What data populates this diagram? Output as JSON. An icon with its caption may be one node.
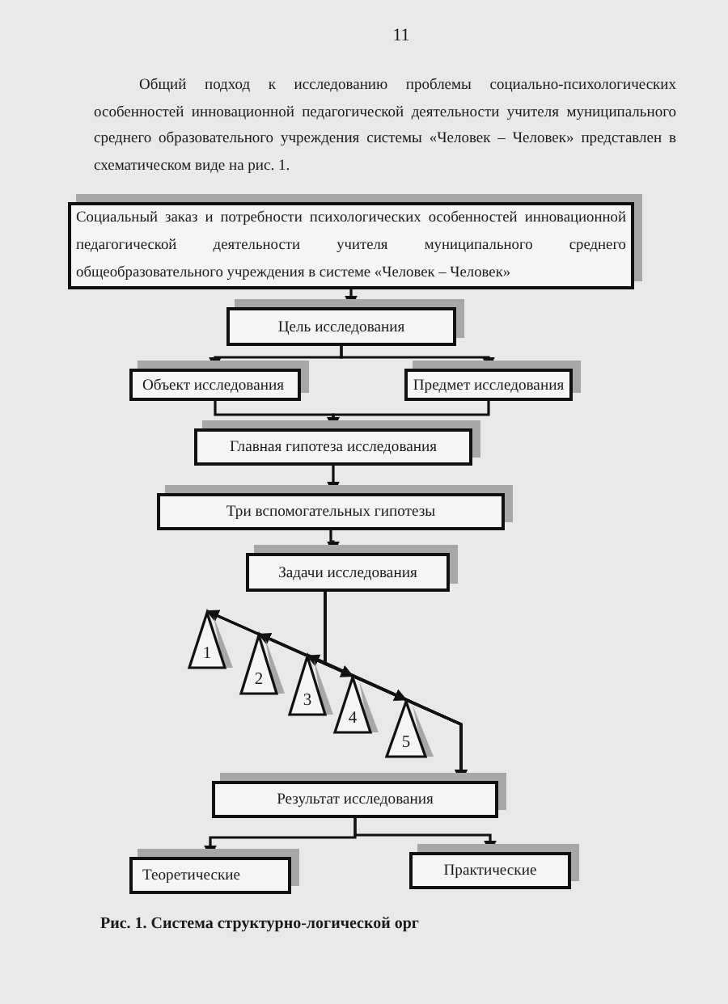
{
  "diagram": {
    "caption": "Рис. 1. Система структурно-логической орг",
    "nodes": [
      {
        "text": [
          "Социальный заказ и потребности психологических особенностей инновационной педагогической деятельности учителя муниципального среднего общеобразовательного учреждения в системе «Человек – Человек»"
        ]
      },
      {
        "text": [
          "Цель исследования"
        ]
      },
      {
        "text": [
          "Объект исследования"
        ]
      },
      {
        "text": [
          "Предмет исследования"
        ]
      },
      {
        "text": [
          "Главная гипотеза исследования"
        ]
      },
      {
        "text": [
          "Три вспомогательных гипотезы"
        ]
      },
      {
        "text": [
          "Задачи исследования"
        ]
      },
      {
        "text": [
          "1"
        ]
      },
      {
        "text": [
          "2"
        ]
      },
      {
        "text": [
          "3"
        ]
      },
      {
        "text": [
          "4"
        ]
      },
      {
        "text": [
          "5"
        ]
      },
      {
        "text": [
          "Результат исследования"
        ]
      },
      {
        "text": [
          "Теоретические"
        ]
      },
      {
        "text": [
          "Практические"
        ]
      }
    ],
    "edges": [
      {
        "from": 0,
        "to": 1,
        "arrow": "to"
      },
      {
        "from": 1,
        "to": 2,
        "arrow": "to"
      },
      {
        "from": 1,
        "to": 3,
        "arrow": "to"
      },
      {
        "from": 2,
        "to": 4,
        "arrow": "to"
      },
      {
        "from": 3,
        "to": 4,
        "arrow": "to"
      },
      {
        "from": 4,
        "to": 5,
        "arrow": "to"
      },
      {
        "from": 5,
        "to": 6,
        "arrow": "to"
      },
      {
        "from": 6,
        "to": 7,
        "arrow": "to"
      },
      {
        "from": 6,
        "to": 8,
        "arrow": "to"
      },
      {
        "from": 6,
        "to": 9,
        "arrow": "to"
      },
      {
        "from": 6,
        "to": 10,
        "arrow": "to"
      },
      {
        "from": 6,
        "to": 11,
        "arrow": "to"
      },
      {
        "from": 7,
        "to": 12,
        "arrow": "to"
      },
      {
        "from": 8,
        "to": 12,
        "arrow": "to"
      },
      {
        "from": 9,
        "to": 12,
        "arrow": "to"
      },
      {
        "from": 10,
        "to": 12,
        "arrow": "to"
      },
      {
        "from": 11,
        "to": 12,
        "arrow": "to"
      },
      {
        "from": 12,
        "to": 13,
        "arrow": "to"
      },
      {
        "from": 12,
        "to": 14,
        "arrow": "to"
      }
    ],
    "labels": [
      "11",
      "Общий подход к исследованию проблемы социально-психологических особенностей инновационной педагогической деятельности учителя муниципального среднего образовательного учреждения системы «Человек – Человек» представлен в схематическом виде на рис. 1."
    ]
  }
}
